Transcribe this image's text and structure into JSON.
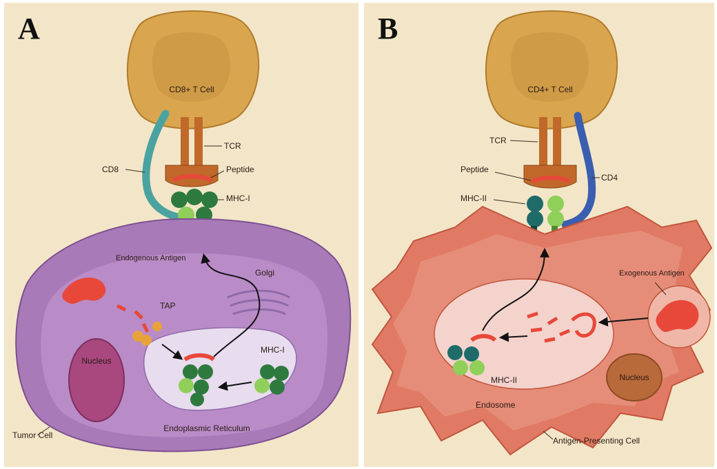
{
  "panels": [
    {
      "letter": "A",
      "colors": {
        "background": "#f3e6c8",
        "t_cell": "#d9a64f",
        "target_cell": "#a87ab8",
        "nucleus": "#a8487e",
        "mhc": "#2e7a3e",
        "coreceptor": "#4aa3a0",
        "tcr": "#c0692a",
        "peptide": "#e8483a"
      },
      "labels": {
        "t_cell": "CD8+ T Cell",
        "tcr": "TCR",
        "coreceptor": "CD8",
        "peptide": "Peptide",
        "mhc_top": "MHC-I",
        "antigen": "Endogenous Antigen",
        "golgi": "Golgi",
        "tap": "TAP",
        "nucleus": "Nucleus",
        "mhc_inner": "MHC-I",
        "er": "Endoplasmic Reticulum",
        "cell": "Tumor Cell"
      }
    },
    {
      "letter": "B",
      "colors": {
        "background": "#f3e6c8",
        "t_cell": "#d9a64f",
        "target_cell": "#e07a64",
        "nucleus": "#b86a3a",
        "mhc": "#1f6b6a",
        "coreceptor": "#3a5fb0",
        "tcr": "#c0692a",
        "peptide": "#e8483a"
      },
      "labels": {
        "t_cell": "CD4+ T Cell",
        "tcr": "TCR",
        "peptide": "Peptide",
        "coreceptor": "CD4",
        "mhc_top": "MHC-II",
        "antigen": "Exogenous Antigen",
        "mhc_inner": "MHC-II",
        "nucleus": "Nucleus",
        "endosome": "Endosome",
        "cell": "Antigen-Presenting Cell"
      }
    }
  ]
}
